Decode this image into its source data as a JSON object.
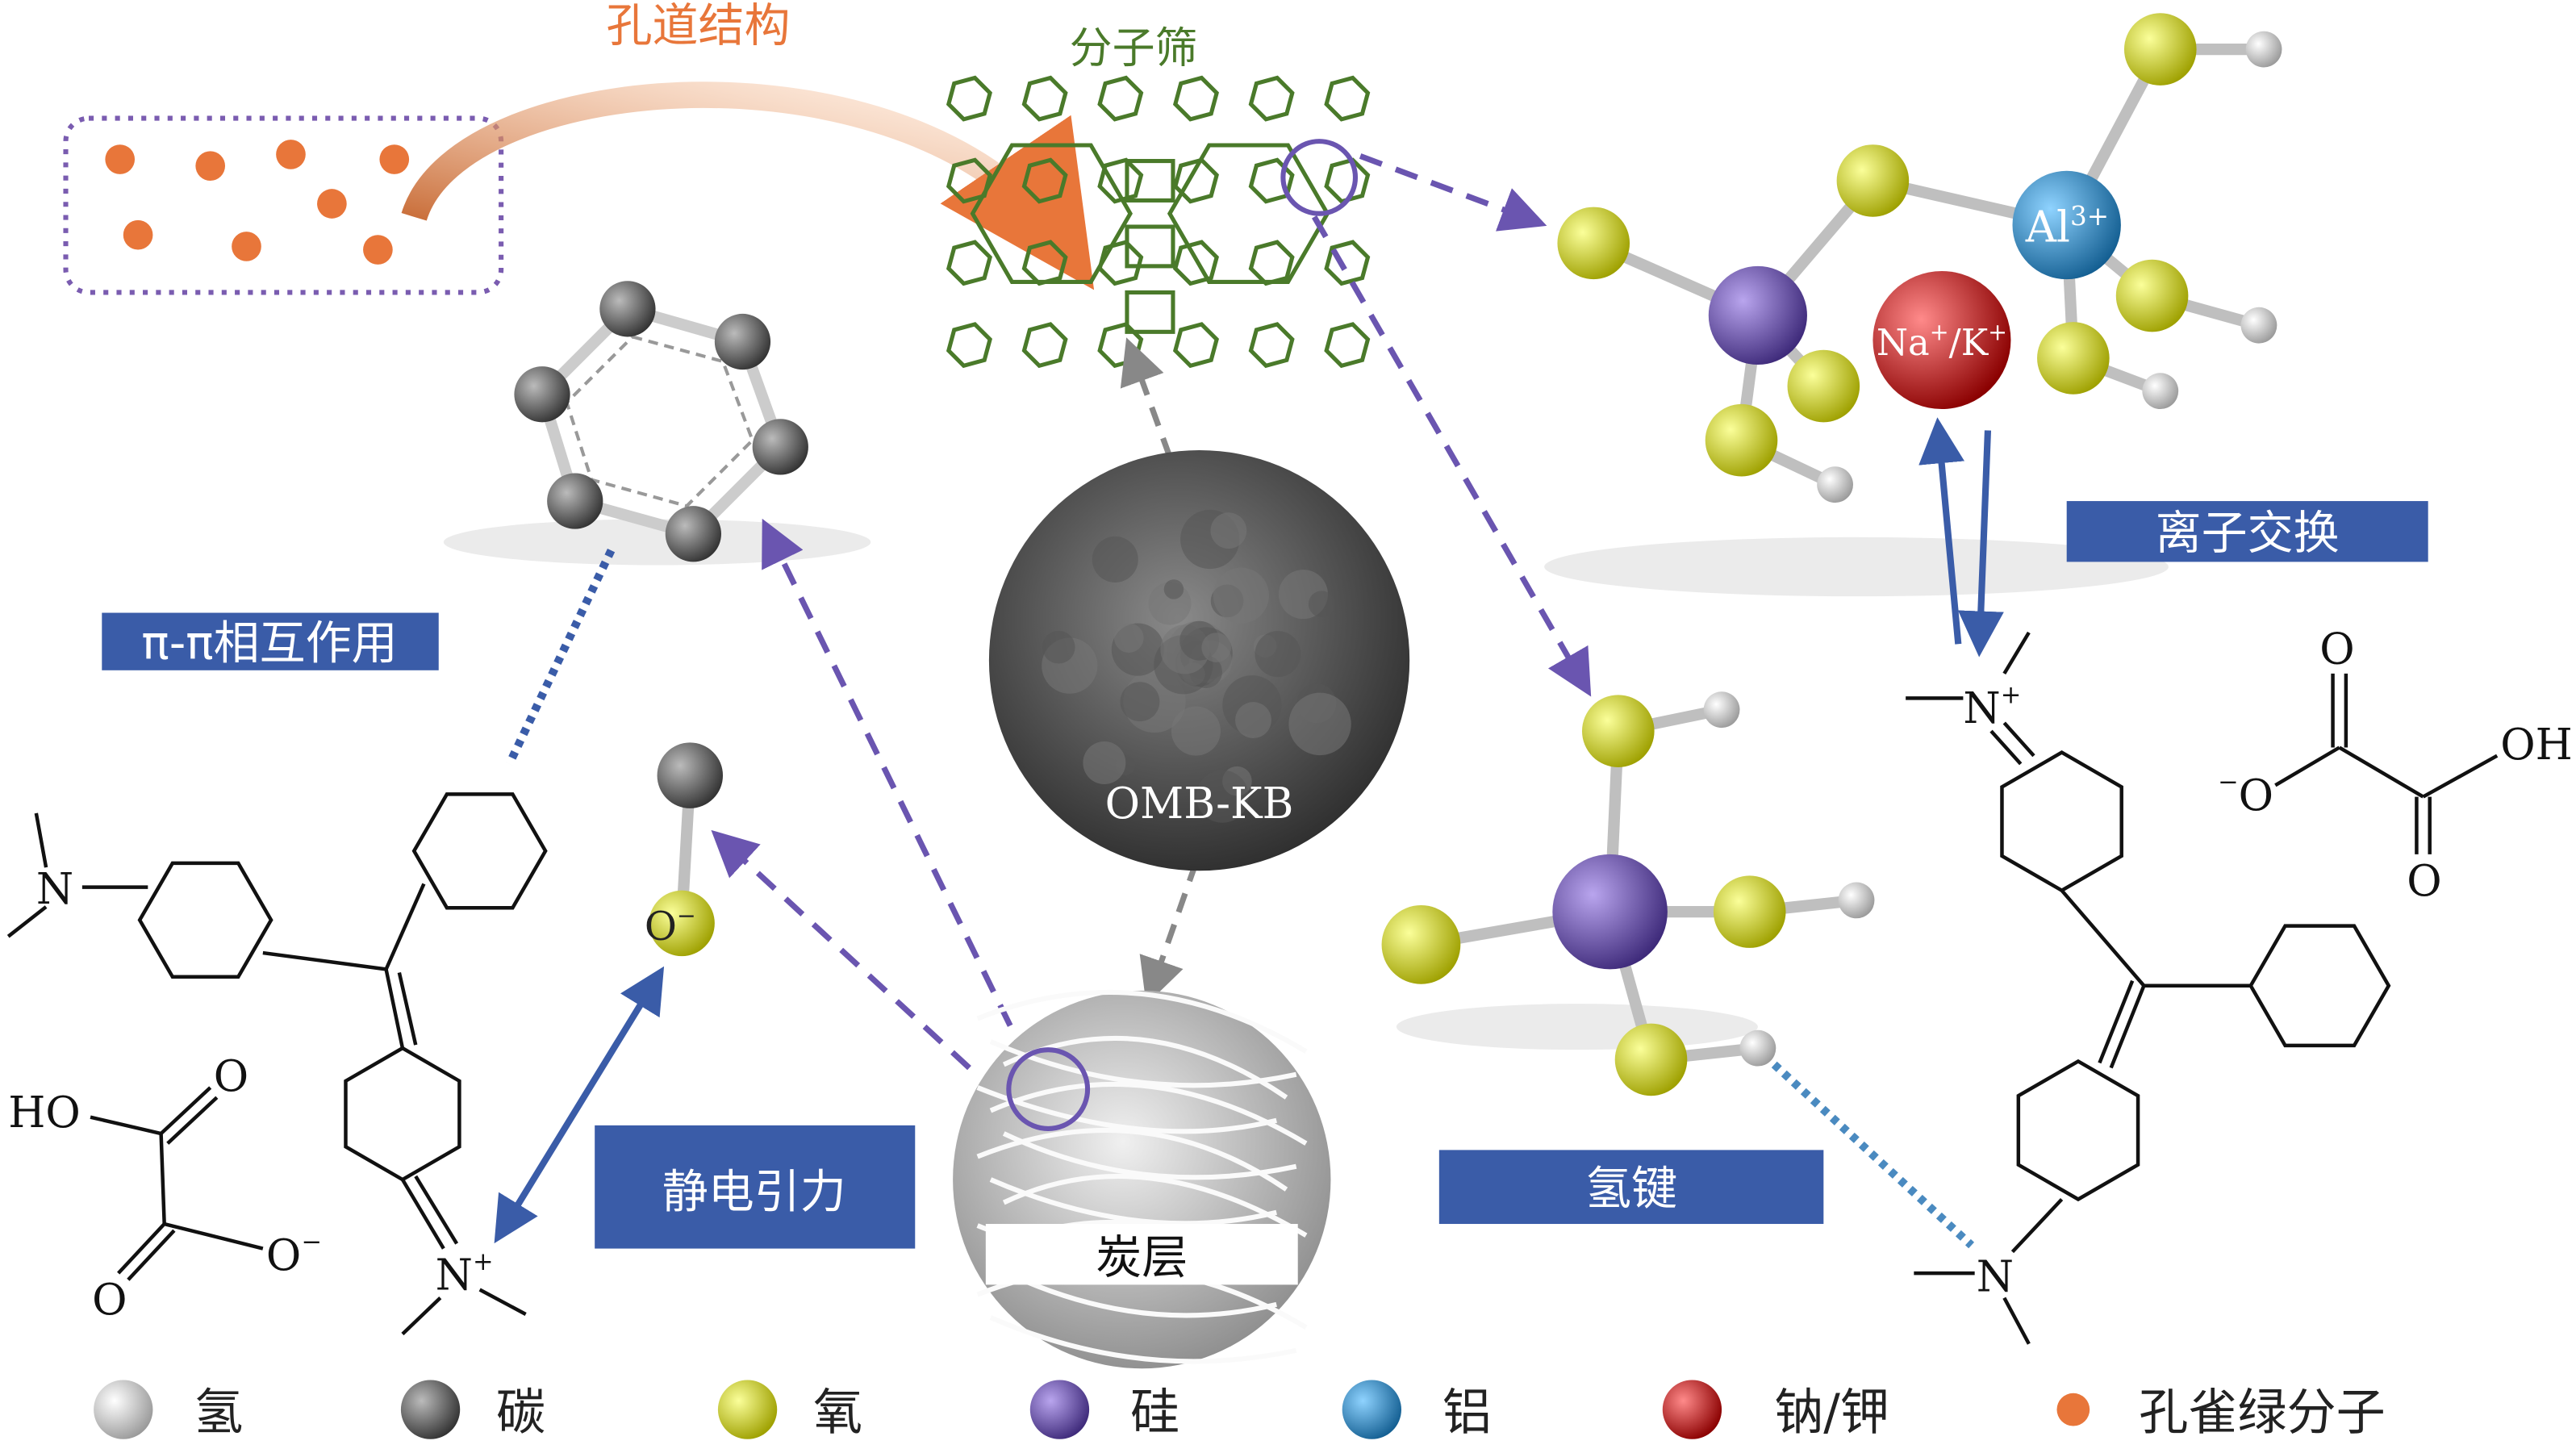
{
  "labels": {
    "pore_structure": "孔道结构",
    "molecular_sieve": "分子筛",
    "al_ion": "Al",
    "al_charge": "3+",
    "na_k": "Na",
    "na_k_charge1": "+",
    "na_k_sep": "/K",
    "na_k_charge2": "+",
    "ion_exchange": "离子交换",
    "pi_pi": "π-π相互作用",
    "center_material": "OMB-KB",
    "electrostatic": "静电引力",
    "carbon_layer": "炭层",
    "hydrogen_bond": "氢键",
    "o_minus": "O",
    "minus": "−"
  },
  "chem_left": {
    "n": "N",
    "n_plus": "N",
    "plus": "+",
    "ho": "HO",
    "o1": "O",
    "o2": "O",
    "o_minus": "O",
    "minus": "−"
  },
  "chem_right": {
    "n_plus": "N",
    "plus": "+",
    "n": "N",
    "o1": "O",
    "oh": "OH",
    "o_minus": "O",
    "minus": "−",
    "o2": "O"
  },
  "legend": [
    {
      "label": "氢",
      "color": "#e8e8e8"
    },
    {
      "label": "碳",
      "color": "#6b6b6b"
    },
    {
      "label": "氧",
      "color": "#d4d81c"
    },
    {
      "label": "硅",
      "color": "#6a4fa3"
    },
    {
      "label": "铝",
      "color": "#2f8fc9"
    },
    {
      "label": "钠/钾",
      "color": "#d01818"
    },
    {
      "label": "孔雀绿分子",
      "color": "#e8763a"
    }
  ],
  "colors": {
    "box": "#3a5ca8",
    "purple_arrow": "#6a55b0",
    "blue_arrow": "#3a5ca8",
    "orange": "#e8763a",
    "green": "#4a7a2a"
  }
}
